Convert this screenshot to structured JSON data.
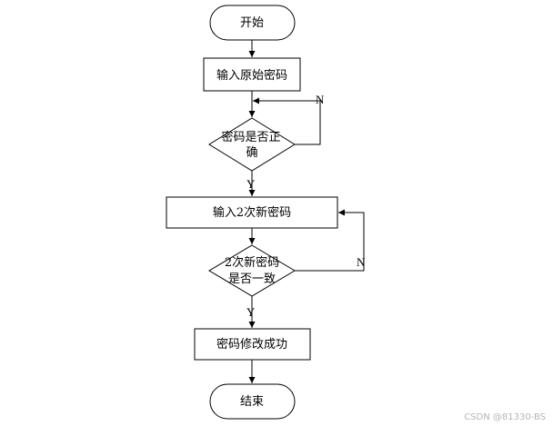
{
  "nodes": {
    "start": "开始",
    "input_original": "输入原始密码",
    "check_correct_line1": "密码是否正",
    "check_correct_line2": "确",
    "input_new": "输入2次新密码",
    "check_same_line1": "2次新密码",
    "check_same_line2": "是否一致",
    "success": "密码修改成功",
    "end": "结束"
  },
  "edges": {
    "check_correct_no": "N",
    "check_correct_yes": "Y",
    "check_same_no": "N",
    "check_same_yes": "Y"
  },
  "watermark": "CSDN @81330-BS"
}
